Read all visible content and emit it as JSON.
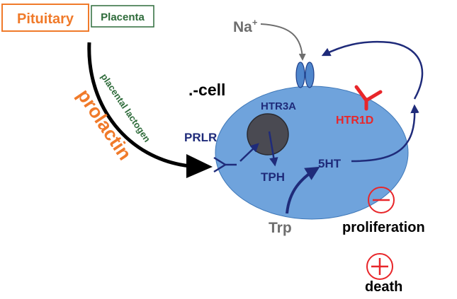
{
  "labels": {
    "pituitary": "Pituitary",
    "placenta": "Placenta",
    "placental_lactogen": "placental lactogen",
    "prolactin": "prolactin",
    "na": "Na",
    "na_sup": "+",
    "cell": ".-cell",
    "htr3a": "HTR3A",
    "htr1d": "HTR1D",
    "prlr": "PRLR",
    "tph": "TPH",
    "five_ht": "5HT",
    "trp": "Trp",
    "proliferation": "proliferation",
    "death": "death"
  },
  "colors": {
    "orange": "#f07a2a",
    "dark_green": "#2e6b3a",
    "navy": "#1f2b7a",
    "cell_fill": "#6fa3dc",
    "cell_stroke": "#3f78b8",
    "nucleus": "#4a4a52",
    "gray": "#6e6e6e",
    "red": "#e8262a",
    "black": "#000000"
  }
}
